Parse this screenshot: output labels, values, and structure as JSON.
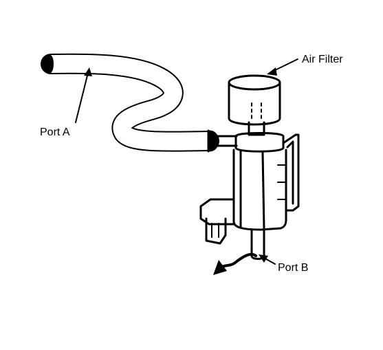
{
  "labels": {
    "port_a": "Port A",
    "air_filter": "Air Filter",
    "port_b": "Port B"
  },
  "colors": {
    "ink": "#000000",
    "paper": "#ffffff"
  }
}
